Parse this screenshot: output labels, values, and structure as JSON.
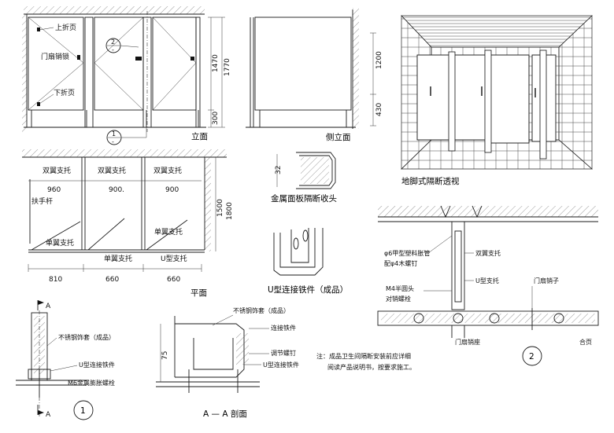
{
  "elevation": {
    "title": "立面",
    "labels": {
      "upper_hinge": "上折页",
      "door_lock": "门扇销锁",
      "lower_hinge": "下折页"
    },
    "dims": {
      "d1470": "1470",
      "d1770": "1770",
      "d300": "300"
    },
    "callout_2": {
      "num": "2",
      "den": "-"
    },
    "callout_1": {
      "num": "1",
      "den": "-"
    }
  },
  "side_elevation": {
    "title": "侧立面"
  },
  "perspective": {
    "title": "地脚式隔断透视",
    "dims": {
      "d1200": "1200",
      "d430": "430"
    }
  },
  "plan": {
    "title": "平面",
    "labels": {
      "double_wing_1": "双翼支托",
      "double_wing_2": "双翼支托",
      "double_wing_3": "双翼支托",
      "handrail": "扶手杆",
      "single_wing_1": "单翼支托",
      "single_wing_2": "单翼支托",
      "single_wing_3": "单翼支托",
      "u_bracket": "U型支托"
    },
    "dims": {
      "top1": "960",
      "top2": "900.",
      "top3": "900",
      "bot1": "810",
      "bot2": "660",
      "bot3": "660",
      "d1500": "1500",
      "d1800": "1800"
    }
  },
  "metal_edge": {
    "title": "金属面板隔断收头",
    "dim": "32"
  },
  "u_iron": {
    "title": "U型连接铁件（成品）"
  },
  "detail2": {
    "labels": {
      "plastic_anchor": "φ6甲型塑料胀管",
      "wood_screw": "配φ4木螺钉",
      "double_wing": "双翼支托",
      "u_bracket": "U型支托",
      "m4_bolt": "M4半圆头",
      "pin_bolt": "对销螺栓",
      "door_pin": "门扇销子",
      "door_pin_seat": "门扇销座",
      "hinge": "合页"
    },
    "callout": "2"
  },
  "detail1": {
    "labels": {
      "steel_sleeve": "不锈钢饰套（成品）",
      "u_iron": "U型连接铁件",
      "m6_bolt": "M6金属膨胀螺栓"
    },
    "section_mark": "A",
    "callout": "1"
  },
  "section_aa": {
    "title": "A — A 剖面",
    "dim": "75",
    "labels": {
      "steel_sleeve": "不锈钢饰套（成品）",
      "connect_iron": "连接铁件",
      "adjust_screw": "调节螺钉",
      "u_iron": "U型连接铁件"
    }
  },
  "notes": {
    "line1": "注：成品卫生间隔断安装前应详细",
    "line2": "阅读产品说明书，按要求施工。"
  }
}
